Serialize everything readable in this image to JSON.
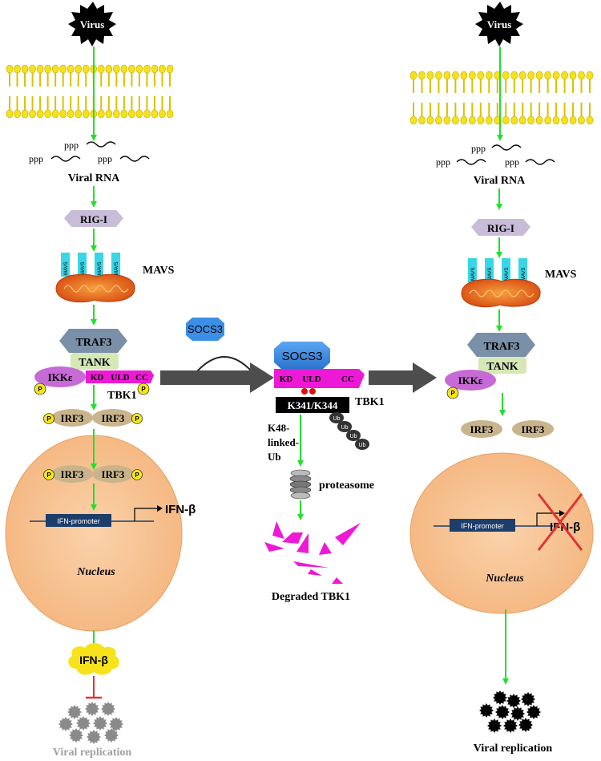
{
  "labels": {
    "virus": "Virus",
    "ppp": "ppp",
    "viral_rna": "Viral RNA",
    "rig_i": "RIG-I",
    "mavs": "MAVS",
    "mavs_small": "MAVS",
    "traf3": "TRAF3",
    "tank": "TANK",
    "ikke": "IKKε",
    "kd": "KD",
    "uld": "ULD",
    "cc": "CC",
    "tbk1": "TBK1",
    "irf3": "IRF3",
    "p": "P",
    "ifn_promoter": "IFN-promoter",
    "ifn_beta": "IFN-β",
    "nucleus": "Nucleus",
    "viral_replication": "Viral replication",
    "socs3": "SOCS3",
    "k341": "K341/K344",
    "ub": "Ub",
    "k48_line1": "K48-",
    "k48_line2": "linked-",
    "k48_line3": "Ub",
    "proteasome": "proteasome",
    "degraded_tbk1": "Degraded TBK1"
  },
  "colors": {
    "arrow_green": "#22e02c",
    "inhibit_red": "#e23333",
    "lipid_yellow": "#f4e21a",
    "lipid_stroke": "#c9a800",
    "rig_lavender": "#c8bcd8",
    "mavs_cyan": "#38d6e6",
    "mito_orange": "#e8621a",
    "traf3_gray": "#7a8fa8",
    "tank_green": "#d5e8b5",
    "ikke_purple": "#c66ad6",
    "tbk1_magenta": "#ee19d6",
    "irf3_tan": "#c9b48c",
    "phospho_yellow": "#f5e51a",
    "nucleus_peach": "#f8c596",
    "promoter_navy": "#1d3d6b",
    "socs3_blue": "#3b8fe6",
    "gray_arrow": "#4d4d4d",
    "ifnb_cloud": "#f7e31c",
    "replication_gray": "#8a8a8a",
    "fragments_magenta": "#ee19d6"
  }
}
